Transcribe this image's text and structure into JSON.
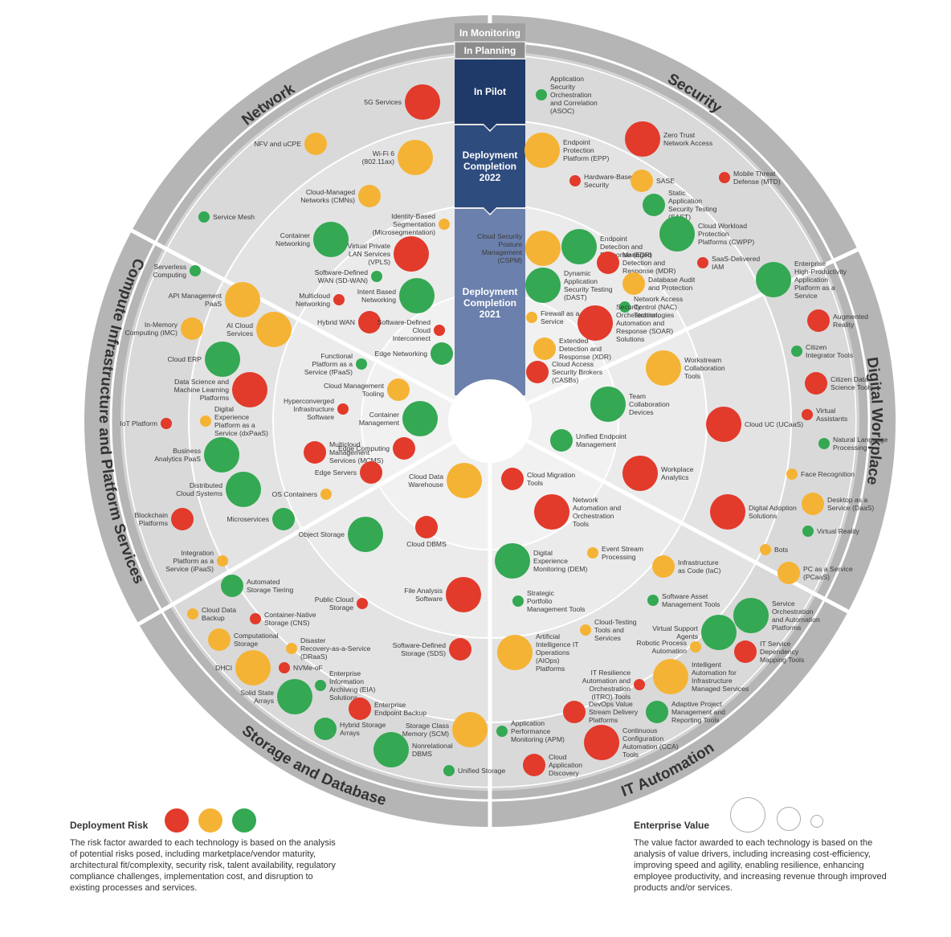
{
  "colors": {
    "high_risk": "#e23a2b",
    "medium_risk": "#f5b335",
    "low_risk": "#34a853",
    "ring_outer": "#b5b5b5",
    "ring_band": "#9e9e9e",
    "pilot": "#1f3a68",
    "dep2022": "#2f4c7e",
    "dep2021": "#6b80ac",
    "top_bar": "#a0a0a0"
  },
  "rings": {
    "monitoring": "In Monitoring",
    "planning": "In Planning",
    "pilot": "In Pilot",
    "dep2022": "Deployment Completion 2022",
    "dep2021": "Deployment Completion 2021"
  },
  "sectors": [
    "Network",
    "Security",
    "Digital Workplace",
    "IT Automation",
    "Storage and Database",
    "Compute Infrastructure and Platform Services"
  ],
  "items": [
    {
      "label": "5G Services",
      "risk": "high",
      "size": "l"
    },
    {
      "label": "NFV and uCPE",
      "risk": "medium",
      "size": "m"
    },
    {
      "label": "Wi-Fi 6 (802.11ax)",
      "risk": "medium",
      "size": "l"
    },
    {
      "label": "Cloud-Managed Networks (CMNs)",
      "risk": "medium",
      "size": "m"
    },
    {
      "label": "Service Mesh",
      "risk": "low",
      "size": "s"
    },
    {
      "label": "Identity-Based Segmentation (Microsegmentation)",
      "risk": "medium",
      "size": "s"
    },
    {
      "label": "Container Networking",
      "risk": "low",
      "size": "l"
    },
    {
      "label": "Virtual Private LAN Services (VPLS)",
      "risk": "high",
      "size": "l"
    },
    {
      "label": "Software-Defined WAN (SD-WAN)",
      "risk": "low",
      "size": "s"
    },
    {
      "label": "Multicloud Networking",
      "risk": "high",
      "size": "s"
    },
    {
      "label": "Intent Based Networking",
      "risk": "low",
      "size": "l"
    },
    {
      "label": "Hybrid WAN",
      "risk": "high",
      "size": "m"
    },
    {
      "label": "Software-Defined Cloud Interconnect",
      "risk": "high",
      "size": "s"
    },
    {
      "label": "Edge Networking",
      "risk": "low",
      "size": "m"
    },
    {
      "label": "Application Security Orchestration and Correlation (ASOC)",
      "risk": "low",
      "size": "s"
    },
    {
      "label": "Zero Trust Network Access",
      "risk": "high",
      "size": "l"
    },
    {
      "label": "Endpoint Protection Platform (EPP)",
      "risk": "medium",
      "size": "l"
    },
    {
      "label": "Hardware-Based Security",
      "risk": "high",
      "size": "s"
    },
    {
      "label": "SASE",
      "risk": "medium",
      "size": "m"
    },
    {
      "label": "Mobile Threat Defense (MTD)",
      "risk": "high",
      "size": "s"
    },
    {
      "label": "Static Application Security Testing (SAST)",
      "risk": "low",
      "size": "m"
    },
    {
      "label": "Cloud Security Posture Management (CSPM)",
      "risk": "medium",
      "size": "l"
    },
    {
      "label": "Endpoint Detection and Response (EDR)",
      "risk": "low",
      "size": "l"
    },
    {
      "label": "Cloud Workload Protection Platforms (CWPP)",
      "risk": "low",
      "size": "l"
    },
    {
      "label": "Managed Detection and Response (MDR)",
      "risk": "high",
      "size": "m"
    },
    {
      "label": "SaaS-Delivered IAM",
      "risk": "high",
      "size": "s"
    },
    {
      "label": "Dynamic Application Security Testing (DAST)",
      "risk": "low",
      "size": "l"
    },
    {
      "label": "Database Audit and Protection",
      "risk": "medium",
      "size": "m"
    },
    {
      "label": "Network Access Control (NAC) Technologies",
      "risk": "low",
      "size": "s"
    },
    {
      "label": "Firewall as a Service",
      "risk": "medium",
      "size": "s"
    },
    {
      "label": "Security Orchestration, Automation and Response (SOAR) Solutions",
      "risk": "high",
      "size": "l"
    },
    {
      "label": "Extended Detection and Response (XDR)",
      "risk": "medium",
      "size": "m"
    },
    {
      "label": "Cloud Access Security Brokers (CASBs)",
      "risk": "high",
      "size": "m"
    },
    {
      "label": "Enterprise High-Productivity Application Platform as a Service",
      "risk": "low",
      "size": "l"
    },
    {
      "label": "Augmented Reality",
      "risk": "high",
      "size": "m"
    },
    {
      "label": "Citizen Integrator Tools",
      "risk": "low",
      "size": "s"
    },
    {
      "label": "Workstream Collaboration Tools",
      "risk": "medium",
      "size": "l"
    },
    {
      "label": "Citizen Data Science Tools",
      "risk": "high",
      "size": "m"
    },
    {
      "label": "Team Collaboration Devices",
      "risk": "low",
      "size": "l"
    },
    {
      "label": "Virtual Assistants",
      "risk": "high",
      "size": "s"
    },
    {
      "label": "Cloud UC (UCaaS)",
      "risk": "high",
      "size": "l"
    },
    {
      "label": "Natural Language Processing",
      "risk": "low",
      "size": "s"
    },
    {
      "label": "Unified Endpoint Management",
      "risk": "low",
      "size": "m"
    },
    {
      "label": "Workplace Analytics",
      "risk": "high",
      "size": "l"
    },
    {
      "label": "Face Recognition",
      "risk": "medium",
      "size": "s"
    },
    {
      "label": "Desktop as a Service (DaaS)",
      "risk": "medium",
      "size": "m"
    },
    {
      "label": "Digital Adoption Solutions",
      "risk": "high",
      "size": "l"
    },
    {
      "label": "Virtual Reality",
      "risk": "low",
      "size": "s"
    },
    {
      "label": "Bots",
      "risk": "medium",
      "size": "s"
    },
    {
      "label": "PC as a Service (PCaaS)",
      "risk": "medium",
      "size": "m"
    },
    {
      "label": "Cloud Migration Tools",
      "risk": "high",
      "size": "m"
    },
    {
      "label": "Network Automation and Orchestration Tools",
      "risk": "high",
      "size": "l"
    },
    {
      "label": "Digital Experience Monitoring (DEM)",
      "risk": "low",
      "size": "l"
    },
    {
      "label": "Event Stream Processing",
      "risk": "medium",
      "size": "s"
    },
    {
      "label": "Infrastructure as Code (IaC)",
      "risk": "medium",
      "size": "m"
    },
    {
      "label": "Strategic Portfolio Management Tools",
      "risk": "low",
      "size": "s"
    },
    {
      "label": "Software Asset Management Tools",
      "risk": "low",
      "size": "s"
    },
    {
      "label": "Service Orchestration and Automation Platforms",
      "risk": "low",
      "size": "l"
    },
    {
      "label": "Cloud-Testing Tools and Services",
      "risk": "medium",
      "size": "s"
    },
    {
      "label": "Virtual Support Agents",
      "risk": "low",
      "size": "l"
    },
    {
      "label": "IT Service Dependency Mapping Tools",
      "risk": "high",
      "size": "m"
    },
    {
      "label": "Artificial Intelligence IT Operations (AIOps) Platforms",
      "risk": "medium",
      "size": "l"
    },
    {
      "label": "Robotic Process Automation",
      "risk": "medium",
      "size": "s"
    },
    {
      "label": "Intelligent Automation for Infrastructure Managed Services",
      "risk": "medium",
      "size": "l"
    },
    {
      "label": "IT Resilience Automation and Orchestration (ITRO) Tools",
      "risk": "high",
      "size": "s"
    },
    {
      "label": "DevOps Value Stream Delivery Platforms",
      "risk": "high",
      "size": "m"
    },
    {
      "label": "Adaptive Project Management and Reporting Tools",
      "risk": "low",
      "size": "m"
    },
    {
      "label": "Application Performance Monitoring (APM)",
      "risk": "low",
      "size": "s"
    },
    {
      "label": "Continuous Configuration Automation (CCA) Tools",
      "risk": "high",
      "size": "l"
    },
    {
      "label": "Cloud Application Discovery",
      "risk": "high",
      "size": "m"
    },
    {
      "label": "Cloud Data Warehouse",
      "risk": "medium",
      "size": "l"
    },
    {
      "label": "Object Storage",
      "risk": "low",
      "size": "l"
    },
    {
      "label": "Cloud DBMS",
      "risk": "high",
      "size": "m"
    },
    {
      "label": "Automated Storage Tiering",
      "risk": "low",
      "size": "m"
    },
    {
      "label": "Public Cloud Storage",
      "risk": "high",
      "size": "s"
    },
    {
      "label": "File Analysis Software",
      "risk": "high",
      "size": "l"
    },
    {
      "label": "Cloud Data Backup",
      "risk": "medium",
      "size": "s"
    },
    {
      "label": "Container-Native Storage (CNS)",
      "risk": "high",
      "size": "s"
    },
    {
      "label": "Computational Storage",
      "risk": "medium",
      "size": "m"
    },
    {
      "label": "Disaster Recovery-as-a-Service (DRaaS)",
      "risk": "medium",
      "size": "s"
    },
    {
      "label": "Software-Defined Storage (SDS)",
      "risk": "high",
      "size": "m"
    },
    {
      "label": "DHCI",
      "risk": "medium",
      "size": "l"
    },
    {
      "label": "NVMe-oF",
      "risk": "high",
      "size": "s"
    },
    {
      "label": "Enterprise Information Archiving (EIA) Solutions",
      "risk": "low",
      "size": "s"
    },
    {
      "label": "Solid State Arrays",
      "risk": "low",
      "size": "l"
    },
    {
      "label": "Enterprise Endpoint Backup",
      "risk": "high",
      "size": "m"
    },
    {
      "label": "Storage Class Memory (SCM)",
      "risk": "medium",
      "size": "l"
    },
    {
      "label": "Hybrid Storage Arrays",
      "risk": "low",
      "size": "m"
    },
    {
      "label": "Nonrelational DBMS",
      "risk": "low",
      "size": "l"
    },
    {
      "label": "Unified Storage",
      "risk": "low",
      "size": "s"
    },
    {
      "label": "Serverless Computing",
      "risk": "low",
      "size": "s"
    },
    {
      "label": "API Management PaaS",
      "risk": "medium",
      "size": "l"
    },
    {
      "label": "In-Memory Computing (IMC)",
      "risk": "medium",
      "size": "m"
    },
    {
      "label": "AI Cloud Services",
      "risk": "medium",
      "size": "l"
    },
    {
      "label": "Cloud ERP",
      "risk": "low",
      "size": "l"
    },
    {
      "label": "Functional Platform as a Service (fPaaS)",
      "risk": "low",
      "size": "s"
    },
    {
      "label": "Data Science and Machine Learning Platforms",
      "risk": "high",
      "size": "l"
    },
    {
      "label": "Cloud Management Tooling",
      "risk": "medium",
      "size": "m"
    },
    {
      "label": "Hyperconverged Infrastructure Software",
      "risk": "high",
      "size": "s"
    },
    {
      "label": "IoT Platform",
      "risk": "high",
      "size": "s"
    },
    {
      "label": "Digital Experience Platform as a Service (dxPaaS)",
      "risk": "medium",
      "size": "s"
    },
    {
      "label": "Container Management",
      "risk": "low",
      "size": "l"
    },
    {
      "label": "Business Analytics PaaS",
      "risk": "low",
      "size": "l"
    },
    {
      "label": "Multicloud Management Services (MCMS)",
      "risk": "high",
      "size": "m"
    },
    {
      "label": "Edge Computing",
      "risk": "high",
      "size": "m"
    },
    {
      "label": "Edge Servers",
      "risk": "high",
      "size": "m"
    },
    {
      "label": "Distributed Cloud Systems",
      "risk": "low",
      "size": "l"
    },
    {
      "label": "OS Containers",
      "risk": "medium",
      "size": "s"
    },
    {
      "label": "Blockchain Platforms",
      "risk": "high",
      "size": "m"
    },
    {
      "label": "Microservices",
      "risk": "low",
      "size": "m"
    },
    {
      "label": "Integration Platform as a Service (iPaaS)",
      "risk": "medium",
      "size": "s"
    }
  ],
  "legend": {
    "risk_title": "Deployment Risk",
    "risk_text": "The risk factor awarded to each technology is based on the analysis of potential risks posed, including marketplace/vendor maturity, architectural fit/complexity, security risk, talent availability, regulatory compliance challenges, implementation cost, and disruption to existing processes and services.",
    "value_title": "Enterprise Value",
    "value_text": "The value factor awarded to each technology is based on the analysis of value drivers, including increasing cost-efficiency, improving speed and agility, enabling resilience, enhancing employee productivity, and increasing revenue through improved products and/or services."
  }
}
